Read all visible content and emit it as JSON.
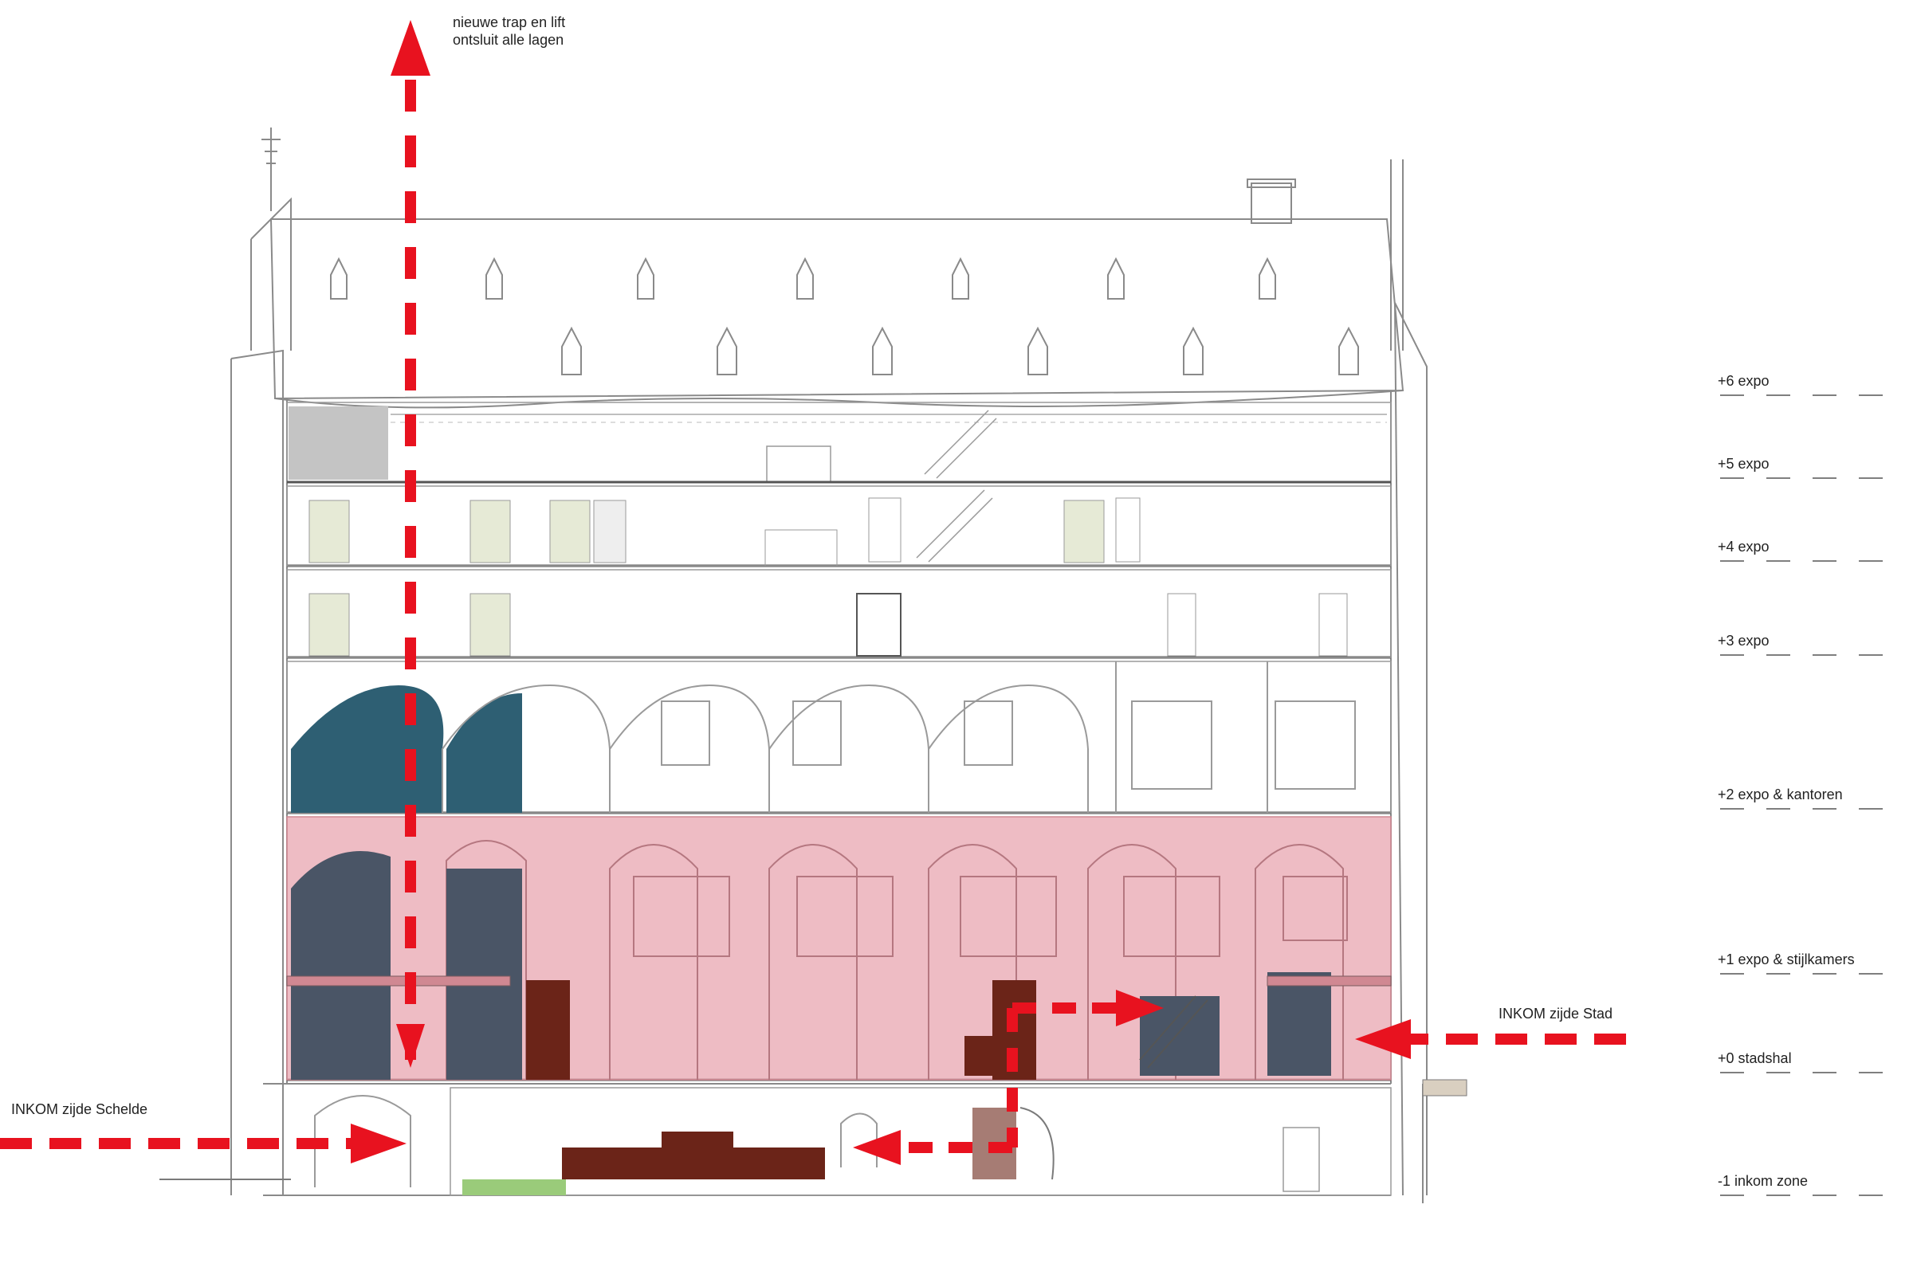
{
  "annotations": {
    "stair_lift": [
      "nieuwe trap en lift",
      "ontsluit alle lagen"
    ],
    "entrance_scheldt": "INKOM zijde Schelde",
    "entrance_city": "INKOM zijde Stad"
  },
  "levels": [
    "+6 expo",
    "+5 expo",
    "+4 expo",
    "+3 expo",
    "+2 expo & kantoren",
    "+1 expo & stijlkamers",
    "+0 stadshal",
    "-1 inkom zone"
  ],
  "colors": {
    "arrow": "#e8121f",
    "stadshal_overlay": "#e8a6b0",
    "blue_panels": "#2e5f73",
    "slate_panels": "#4a5566",
    "wood": "#6b2418",
    "line": "#7a7a7a",
    "text": "#222222"
  }
}
